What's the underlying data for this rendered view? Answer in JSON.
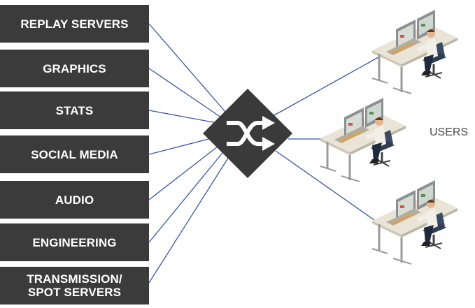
{
  "sources": [
    {
      "id": "replay",
      "label": "REPLAY SERVERS"
    },
    {
      "id": "graphics",
      "label": "GRAPHICS"
    },
    {
      "id": "stats",
      "label": "STATS"
    },
    {
      "id": "social",
      "label": "SOCIAL MEDIA"
    },
    {
      "id": "audio",
      "label": "AUDIO"
    },
    {
      "id": "engineering",
      "label": "ENGINEERING"
    },
    {
      "id": "transmission",
      "label_line1": "TRANSMISSION/",
      "label_line2": "SPOT SERVERS"
    }
  ],
  "switch": {
    "icon": "crossover-arrows-icon"
  },
  "users": {
    "label": "USERS",
    "workstation_icon": "operator-workstation-icon"
  },
  "colors": {
    "box": "#3b3b3b",
    "box_text": "#ffffff",
    "switch": "#3a3a3a",
    "wire": "#3557a8",
    "desk": "#e9e4d6",
    "monitor": "#8c9094",
    "chair": "#3a4a63"
  }
}
